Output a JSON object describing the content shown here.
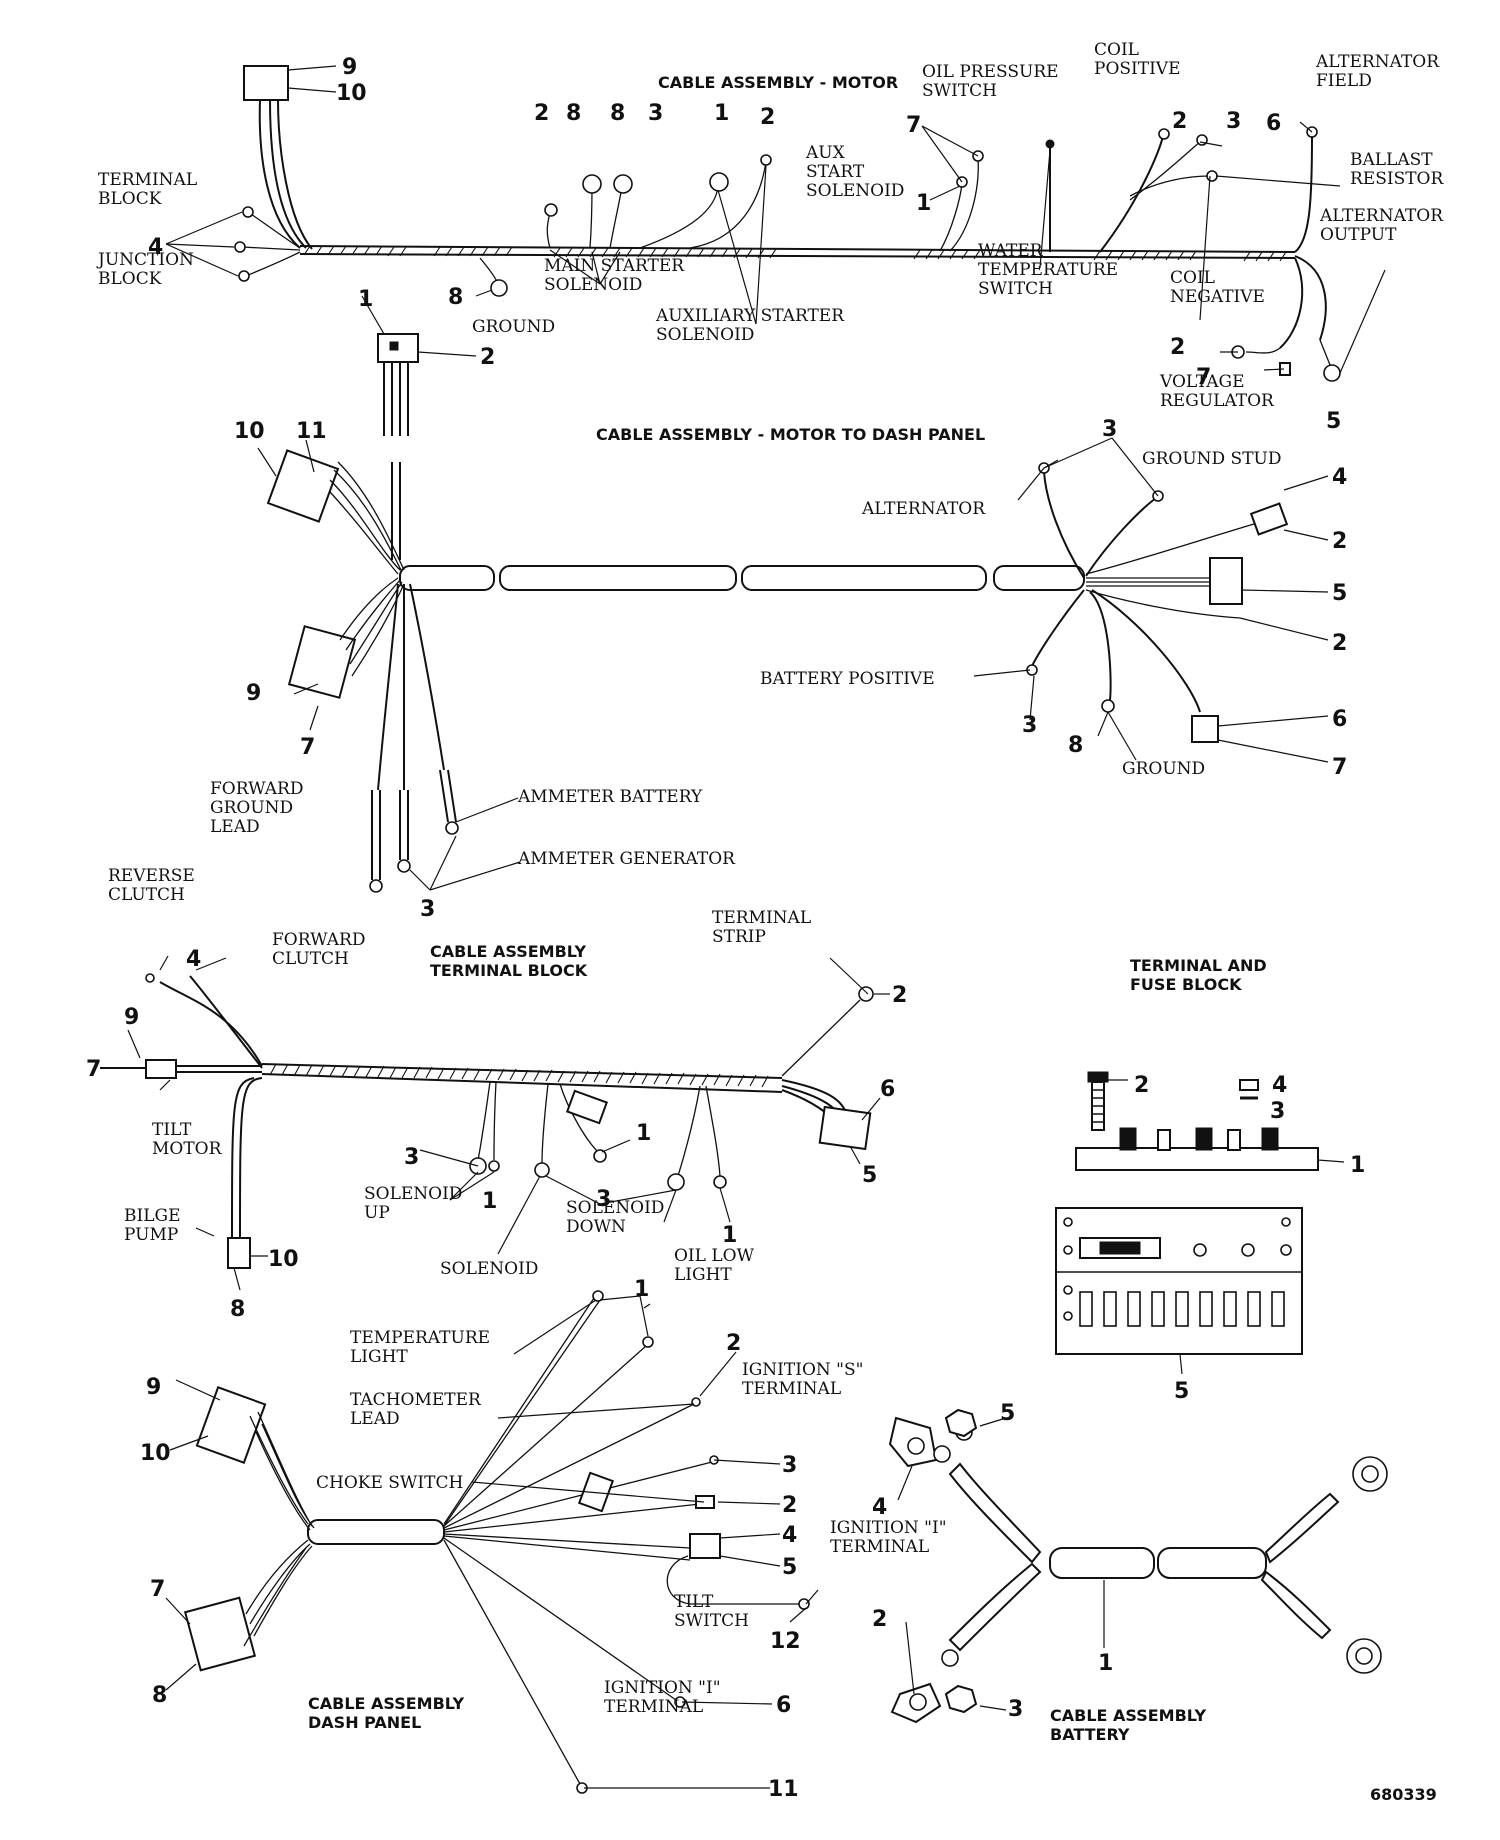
{
  "motor": {
    "title": "CABLE ASSEMBLY - MOTOR",
    "terminal_block": "TERMINAL\nBLOCK",
    "junction_block": "JUNCTION\nBLOCK",
    "aux_start_solenoid": "AUX\nSTART\nSOLENOID",
    "main_starter_solenoid": "MAIN STARTER\nSOLENOID",
    "auxiliary_starter_solenoid": "AUXILIARY STARTER\nSOLENOID",
    "ground": "GROUND",
    "oil_pressure_switch": "OIL PRESSURE\nSWITCH",
    "water_temperature_switch": "WATER\nTEMPERATURE\nSWITCH",
    "coil_positive": "COIL\nPOSITIVE",
    "coil_negative": "COIL\nNEGATIVE",
    "alternator_field": "ALTERNATOR\nFIELD",
    "ballast_resistor": "BALLAST\nRESISTOR",
    "alternator_output": "ALTERNATOR\nOUTPUT",
    "voltage_regulator": "VOLTAGE\nREGULATOR"
  },
  "motor_to_dash": {
    "title": "CABLE ASSEMBLY - MOTOR TO DASH PANEL",
    "alternator": "ALTERNATOR",
    "ground_stud": "GROUND STUD",
    "battery_positive": "BATTERY POSITIVE",
    "ground": "GROUND",
    "ammeter_battery": "AMMETER BATTERY",
    "ammeter_generator": "AMMETER GENERATOR",
    "forward_ground_lead": "FORWARD\nGROUND\nLEAD"
  },
  "terminal_block_assy": {
    "title": "CABLE ASSEMBLY\nTERMINAL BLOCK",
    "reverse_clutch": "REVERSE\nCLUTCH",
    "forward_clutch": "FORWARD\nCLUTCH",
    "terminal_strip": "TERMINAL\nSTRIP",
    "tilt_motor": "TILT\nMOTOR",
    "bilge_pump": "BILGE\nPUMP",
    "solenoid_up": "SOLENOID\nUP",
    "solenoid": "SOLENOID",
    "solenoid_down": "SOLENOID\nDOWN"
  },
  "fuse_block": {
    "title": "TERMINAL AND\nFUSE BLOCK"
  },
  "dash_panel": {
    "title": "CABLE ASSEMBLY\nDASH PANEL",
    "oil_low_light": "OIL LOW\nLIGHT",
    "temperature_light": "TEMPERATURE\nLIGHT",
    "tachometer_lead": "TACHOMETER\nLEAD",
    "choke_switch": "CHOKE SWITCH",
    "ignition_s_terminal": "IGNITION \"S\"\nTERMINAL",
    "ignition_i_terminal_top": "IGNITION \"I\"\nTERMINAL",
    "tilt_switch": "TILT\nSWITCH",
    "ignition_i_terminal_bottom": "IGNITION \"I\"\nTERMINAL"
  },
  "battery": {
    "title": "CABLE ASSEMBLY\nBATTERY"
  },
  "figure_number": "680339",
  "callouts": {
    "c1": "1",
    "c2": "2",
    "c3": "3",
    "c4": "4",
    "c5": "5",
    "c6": "6",
    "c7": "7",
    "c8": "8",
    "c9": "9",
    "c10": "10",
    "c11": "11",
    "c12": "12"
  }
}
